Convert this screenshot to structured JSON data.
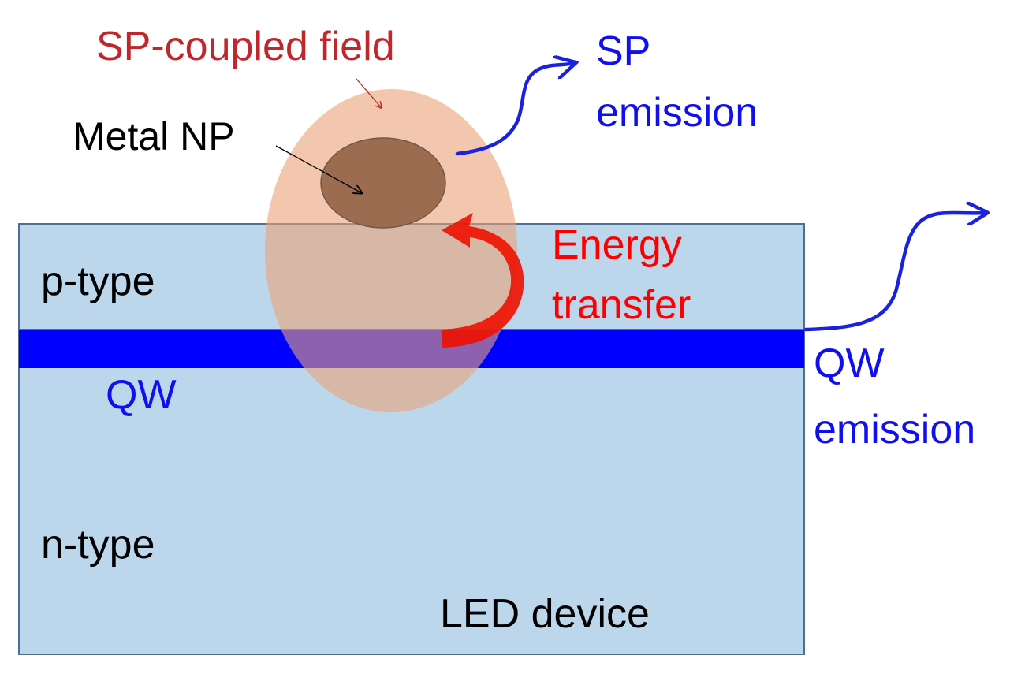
{
  "labels": {
    "sp_coupled_field": "SP-coupled field",
    "metal_np": "Metal NP",
    "sp_emission_line1": "SP",
    "sp_emission_line2": "emission",
    "energy_transfer_line1": "Energy",
    "energy_transfer_line2": "transfer",
    "p_type": "p-type",
    "qw": "QW",
    "qw_emission_line1": "QW",
    "qw_emission_line2": "emission",
    "n_type": "n-type",
    "led_device": "LED device"
  },
  "colors": {
    "led_fill": "#bcd6ec",
    "led_border": "#4f6f90",
    "qw_layer": "#0000ff",
    "field_fill": "#e9a277",
    "nanoparticle": "#9b6c4f",
    "energy_arrow": "#ee1100",
    "emission_arrow": "#1a22dd",
    "sp_label_red": "#c0272d",
    "energy_label_red": "#ff0000",
    "blue_text": "#1010ee",
    "black_text": "#000000"
  },
  "icons": {
    "sp_emission": "wavy-arrow-icon",
    "qw_emission": "wavy-arrow-icon",
    "energy_transfer": "curved-arrow-icon"
  }
}
